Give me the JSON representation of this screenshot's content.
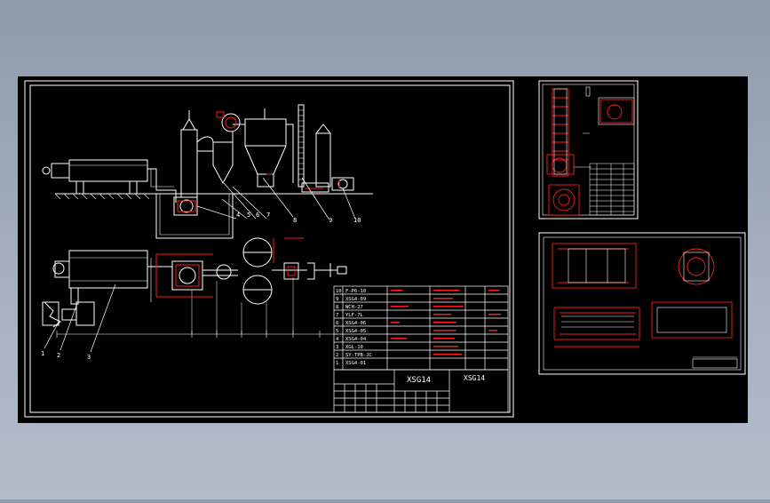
{
  "drawing_code": "XSG14",
  "drawing_code_2": "XSG14",
  "leader_numbers": [
    "1",
    "2",
    "3",
    "4",
    "5",
    "6",
    "7",
    "8",
    "9",
    "10"
  ],
  "bom_rows": [
    {
      "no": "10",
      "code": "F-P6-10",
      "name": "",
      "spec": "",
      "qty": "",
      "note": ""
    },
    {
      "no": "9",
      "code": "XSG4-09",
      "name": "",
      "spec": "",
      "qty": "",
      "note": ""
    },
    {
      "no": "8",
      "code": "WCH-27",
      "name": "",
      "spec": "",
      "qty": "",
      "note": ""
    },
    {
      "no": "7",
      "code": "YLF-7L",
      "name": "",
      "spec": "",
      "qty": "",
      "note": ""
    },
    {
      "no": "6",
      "code": "XSG4-06",
      "name": "",
      "spec": "",
      "qty": "",
      "note": ""
    },
    {
      "no": "5",
      "code": "XSG4-05",
      "name": "",
      "spec": "",
      "qty": "",
      "note": ""
    },
    {
      "no": "4",
      "code": "XSG4-04",
      "name": "",
      "spec": "",
      "qty": "",
      "note": ""
    },
    {
      "no": "3",
      "code": "XGL-10",
      "name": "",
      "spec": "",
      "qty": "",
      "note": ""
    },
    {
      "no": "2",
      "code": "SY-TPB-JC",
      "name": "",
      "spec": "",
      "qty": "",
      "note": ""
    },
    {
      "no": "1",
      "code": "XSG4-01",
      "name": "",
      "spec": "",
      "qty": "",
      "note": ""
    }
  ],
  "colors": {
    "frame": "#ffffff",
    "accent": "#ff1a1a",
    "line": "#ffffff",
    "background": "#000000"
  }
}
